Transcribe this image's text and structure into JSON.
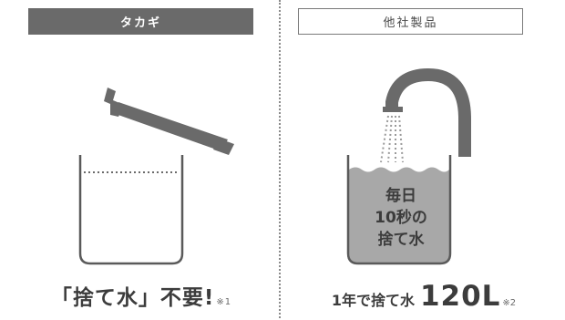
{
  "left_panel": {
    "label": "タカギ",
    "caption": "「捨て水」不要!",
    "note": "※1"
  },
  "right_panel": {
    "label": "他社製品",
    "tank_text": [
      "毎日",
      "10秒の",
      "捨て水"
    ],
    "caption_prefix": "1年で捨て水",
    "caption_value": "120L",
    "note": "※2"
  },
  "colors": {
    "dark_gray": "#6a6a6a",
    "light_gray": "#a8a8a8",
    "line_gray": "#5a5a5a",
    "text": "#3c3c3c"
  },
  "icons": [
    "faucet-tilted-icon",
    "empty-cup-icon",
    "gooseneck-faucet-icon",
    "water-spray-icon",
    "filled-cup-icon"
  ]
}
